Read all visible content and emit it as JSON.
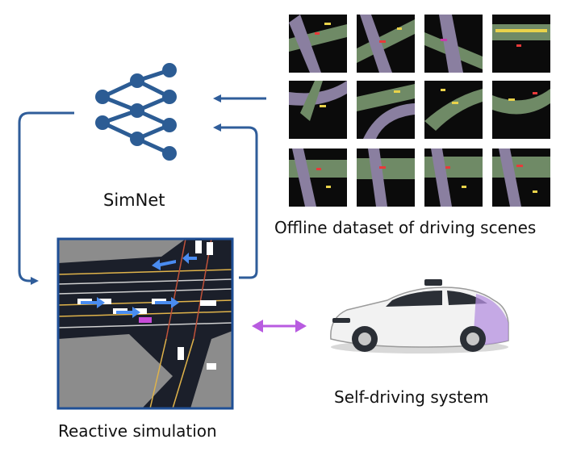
{
  "labels": {
    "simnet": "SimNet",
    "offline_dataset": "Offline dataset of driving scenes",
    "reactive_simulation": "Reactive simulation",
    "self_driving_system": "Self-driving system"
  },
  "colors": {
    "arrow_blue": "#2f5d9a",
    "network_blue": "#2c5c94",
    "double_arrow_purple": "#b85be0",
    "sim_frame_blue": "#1f4f96"
  },
  "icons": {
    "neural_network": "neural-network-icon",
    "car": "self-driving-car-image"
  }
}
